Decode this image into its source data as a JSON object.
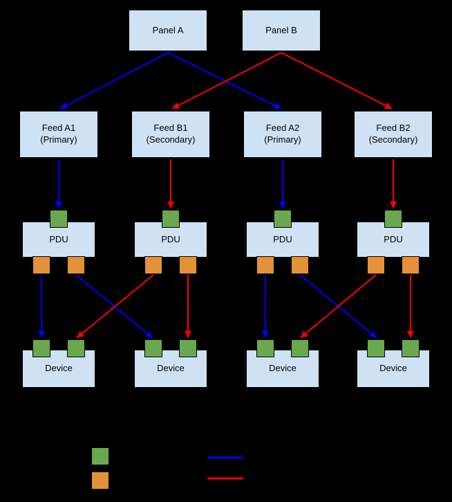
{
  "colors": {
    "background": "#000000",
    "box-fill": "#cfe2f3",
    "box-border": "#000000",
    "text": "#000000",
    "input-port": "#6aa84f",
    "output-port": "#e69138",
    "port-border": "#000000",
    "primary-path": "#0000ff",
    "secondary-path": "#ff0000"
  },
  "diagram": {
    "panels": [
      {
        "label": "Panel A"
      },
      {
        "label": "Panel B"
      }
    ],
    "feeds": [
      {
        "label": "Feed A1",
        "sublabel": "(Primary)"
      },
      {
        "label": "Feed B1",
        "sublabel": "(Secondary)"
      },
      {
        "label": "Feed A2",
        "sublabel": "(Primary)"
      },
      {
        "label": "Feed B2",
        "sublabel": "(Secondary)"
      }
    ],
    "pdus": [
      {
        "label": "PDU"
      },
      {
        "label": "PDU"
      },
      {
        "label": "PDU"
      },
      {
        "label": "PDU"
      }
    ],
    "devices": [
      {
        "label": "Device"
      },
      {
        "label": "Device"
      },
      {
        "label": "Device"
      },
      {
        "label": "Device"
      }
    ]
  },
  "legend": {
    "swatches": [
      {
        "name": "green-input-port-swatch",
        "type": "green-square"
      },
      {
        "name": "orange-output-port-swatch",
        "type": "orange-square"
      },
      {
        "name": "primary-path-line-swatch",
        "type": "blue-line"
      },
      {
        "name": "secondary-path-line-swatch",
        "type": "red-line"
      }
    ]
  }
}
